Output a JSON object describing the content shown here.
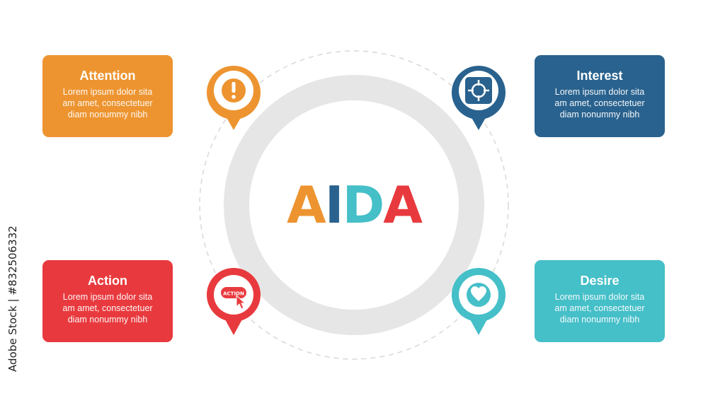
{
  "center_title": {
    "letters": [
      "A",
      "I",
      "D",
      "A"
    ],
    "colors": [
      "#ED9430",
      "#29628E",
      "#45BFC8",
      "#E83A3E"
    ]
  },
  "cards": {
    "attention": {
      "title": "Attention",
      "body": [
        "Lorem ipsum dolor sita",
        "am amet, consectetuer",
        "diam nonummy  nibh"
      ],
      "color": "#ED9430",
      "icon": "exclamation-icon"
    },
    "interest": {
      "title": "Interest",
      "body": [
        "Lorem ipsum dolor sita",
        "am amet, consectetuer",
        "diam nonummy  nibh"
      ],
      "color": "#29628E",
      "icon": "target-icon"
    },
    "action": {
      "title": "Action",
      "body": [
        "Lorem ipsum dolor sita",
        "am amet, consectetuer",
        "diam nonummy  nibh"
      ],
      "color": "#E83A3E",
      "icon": "action-button-icon",
      "icon_label": "ACTION"
    },
    "desire": {
      "title": "Desire",
      "body": [
        "Lorem ipsum dolor sita",
        "am amet, consectetuer",
        "diam nonummy  nibh"
      ],
      "color": "#45BFC8",
      "icon": "heart-icon"
    }
  },
  "ring_color": "#E6E6E6",
  "dashed_circle_color": "#D8D8D8",
  "watermark_id": "Adobe Stock | #832506332"
}
